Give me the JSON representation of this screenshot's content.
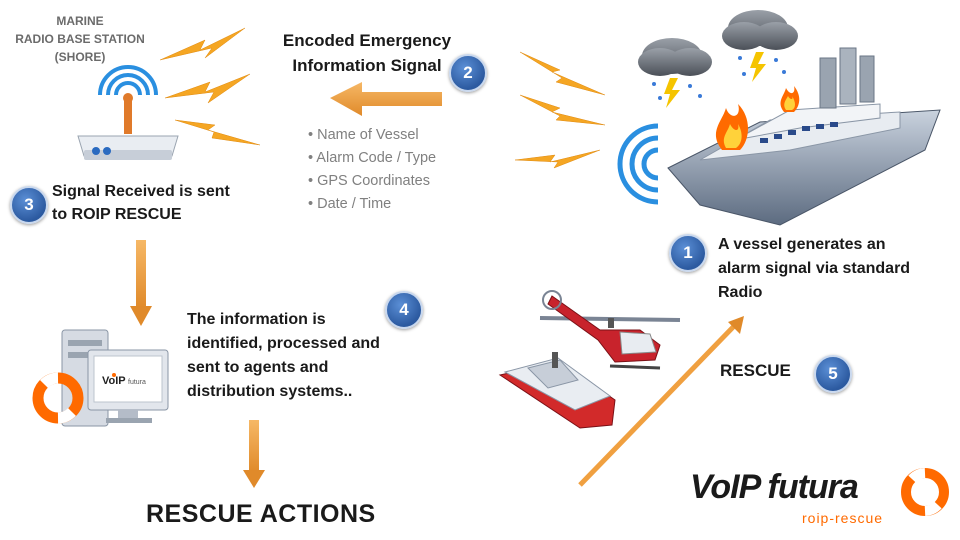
{
  "station_label": [
    "MARINE",
    "RADIO BASE STATION",
    "(SHORE)"
  ],
  "signal_title": [
    "Encoded Emergency",
    "Information Signal"
  ],
  "signal_fields": [
    "• Name of Vessel",
    "• Alarm Code / Type",
    "• GPS Coordinates",
    "• Date /  Time"
  ],
  "steps": [
    {
      "number": "1",
      "text": [
        "A vessel generates an",
        "alarm signal  via standard",
        "Radio"
      ]
    },
    {
      "number": "2"
    },
    {
      "number": "3",
      "text": [
        "Signal Received is sent",
        "to ROIP RESCUE"
      ]
    },
    {
      "number": "4",
      "text": [
        "The information  is",
        "identified, processed and",
        "sent to agents and",
        "distribution systems.."
      ]
    },
    {
      "number": "5",
      "text": "RESCUE"
    }
  ],
  "rescue_actions": "RESCUE  ACTIONS",
  "logo": {
    "brand": "VoIP futura",
    "tagline": "roip-rescue"
  },
  "colors": {
    "arrow": "#f0a040",
    "badge": "#2c5aa0",
    "lightning": "#f5a623",
    "radio_waves": "#2a8fe0",
    "fire": "#ff6a00"
  }
}
